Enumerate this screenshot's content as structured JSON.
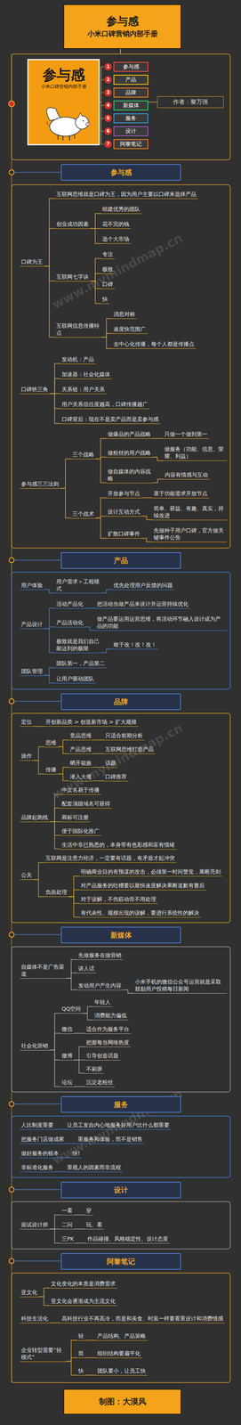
{
  "diagram": {
    "nodes": [
      {
        "text": [
          "参与感",
          "小米口碑营销内部手册"
        ]
      },
      {
        "text": [
          "参与感",
          "小米口碑营销内部手册"
        ]
      },
      {
        "text": [
          "参与感"
        ]
      },
      {
        "text": [
          "产品"
        ]
      },
      {
        "text": [
          "品牌"
        ]
      },
      {
        "text": [
          "新媒体"
        ]
      },
      {
        "text": [
          "服务"
        ]
      },
      {
        "text": [
          "设计"
        ]
      },
      {
        "text": [
          "阿黎笔记"
        ]
      },
      {
        "text": [
          "作者：黎万强"
        ]
      },
      {
        "text": [
          "参与感"
        ]
      },
      {
        "text": [
          "口碑为王"
        ]
      },
      {
        "text": [
          "互联网思维就是口碑为王，因为用户主要以口碑来选择产品"
        ]
      },
      {
        "text": [
          "创业成功因素"
        ]
      },
      {
        "text": [
          "组建优秀的团队"
        ]
      },
      {
        "text": [
          "花不完的钱"
        ]
      },
      {
        "text": [
          "选个大市场"
        ]
      },
      {
        "text": [
          "互联网七字诀"
        ]
      },
      {
        "text": [
          "专注"
        ]
      },
      {
        "text": [
          "极致"
        ]
      },
      {
        "text": [
          "口碑"
        ]
      },
      {
        "text": [
          "快"
        ]
      },
      {
        "text": [
          "互联网信息传播特点"
        ]
      },
      {
        "text": [
          "消息对称"
        ]
      },
      {
        "text": [
          "速度快范围广"
        ]
      },
      {
        "text": [
          "去中心化传播，每个人都是传播点"
        ]
      },
      {
        "text": [
          "口碑铁三角"
        ]
      },
      {
        "text": [
          "发动机：产品"
        ]
      },
      {
        "text": [
          "加速器：社会化媒体"
        ]
      },
      {
        "text": [
          "关系链：用户关系"
        ]
      },
      {
        "text": [
          "用户关系信任度越高，口碑传播越广"
        ]
      },
      {
        "text": [
          "口碑背后：现在不是卖产品而是卖参与感"
        ]
      },
      {
        "text": [
          "参与感三三法则"
        ]
      },
      {
        "text": [
          "三个战略"
        ]
      },
      {
        "text": [
          "做爆品的产品战略"
        ]
      },
      {
        "text": [
          "只做一个做到第一"
        ]
      },
      {
        "text": [
          "做粉丝的用户战略"
        ]
      },
      {
        "text": [
          "做服务（功能、信息、荣耀、利益）"
        ]
      },
      {
        "text": [
          "做自媒体的内容战略"
        ]
      },
      {
        "text": [
          "内容有情感与互动"
        ]
      },
      {
        "text": [
          "三个战术"
        ]
      },
      {
        "text": [
          "开放参与节点"
        ]
      },
      {
        "text": [
          "基于功能需求开放节点"
        ]
      },
      {
        "text": [
          "设计互动方式"
        ]
      },
      {
        "text": [
          "简单、获益、有趣、真实，持续改进"
        ]
      },
      {
        "text": [
          "扩散口碑事件"
        ]
      },
      {
        "text": [
          "先做种子用户口碑，官方做关键事件公告"
        ]
      },
      {
        "text": [
          "产品"
        ]
      },
      {
        "text": [
          "用户体验"
        ]
      },
      {
        "text": [
          "用户需求＞工程模式"
        ]
      },
      {
        "text": [
          "优先处理用户反馈的问题"
        ]
      },
      {
        "text": [
          "产品设计"
        ]
      },
      {
        "text": [
          "活动产品化"
        ]
      },
      {
        "text": [
          "把活动当做产品来设计并运营持续优化"
        ]
      },
      {
        "text": [
          "产品活动化"
        ]
      },
      {
        "text": [
          "做产品要运用运营思维，将活动环节融入设计或为产品的功能"
        ]
      },
      {
        "text": [
          "极致就是我们自己能达到的极限"
        ]
      },
      {
        "text": [
          "敢于改！改！改！"
        ]
      },
      {
        "text": [
          "团队管理"
        ]
      },
      {
        "text": [
          "团队第一，产品第二"
        ]
      },
      {
        "text": [
          "让用户驱动团队"
        ]
      },
      {
        "text": [
          "品牌"
        ]
      },
      {
        "text": [
          "定位"
        ]
      },
      {
        "text": [
          "开创新品类 > 创造新市场 > 扩大规模"
        ]
      },
      {
        "text": [
          "操作"
        ]
      },
      {
        "text": [
          "思维"
        ]
      },
      {
        "text": [
          "竞品思维"
        ]
      },
      {
        "text": [
          "只适合前期分析"
        ]
      },
      {
        "text": [
          "产品思维"
        ]
      },
      {
        "text": [
          "互联网思维打造产品"
        ]
      },
      {
        "text": [
          "传播"
        ]
      },
      {
        "text": [
          "晒开箱族"
        ]
      },
      {
        "text": [
          "话题"
        ]
      },
      {
        "text": [
          "潜入大佬"
        ]
      },
      {
        "text": [
          "口碑推荐"
        ]
      },
      {
        "text": [
          "品牌起跑线"
        ]
      },
      {
        "text": [
          "中文名易于传播"
        ]
      },
      {
        "text": [
          "配套顶级域名可获得"
        ]
      },
      {
        "text": [
          "商标可注册"
        ]
      },
      {
        "text": [
          "便于国际化推广"
        ]
      },
      {
        "text": [
          "生活中非已熟悉的，本身带有色彩感和富有情绪"
        ]
      },
      {
        "text": [
          "公关"
        ]
      },
      {
        "text": [
          "互联网是注意力经济，一定要有话题，有矛盾才起冲突"
        ]
      },
      {
        "text": [
          "负面处理"
        ]
      },
      {
        "text": [
          "明确商业目的有预谋的攻击，必须第一时间警觉，果断亮剑"
        ]
      },
      {
        "text": [
          "对产品服务的吐槽要以最快速度解决果断道歉有善后"
        ]
      },
      {
        "text": [
          "对于误解，不伤筋动骨不用处理"
        ]
      },
      {
        "text": [
          "有代表性、规模出现的误解，要进行系统性的解决"
        ]
      },
      {
        "text": [
          "新媒体"
        ]
      },
      {
        "text": [
          "自媒体不是广告渠道"
        ]
      },
      {
        "text": [
          "先做服务在做营销"
        ]
      },
      {
        "text": [
          "讲人话"
        ]
      },
      {
        "text": [
          "发动用户产生内容"
        ]
      },
      {
        "text": [
          "小米手机的微信公众号运营就是采取鼓励用户投稿每日新闻"
        ]
      },
      {
        "text": [
          "社会化营销"
        ]
      },
      {
        "text": [
          "QQ空间"
        ]
      },
      {
        "text": [
          "年轻人"
        ]
      },
      {
        "text": [
          "消费能力偏低"
        ]
      },
      {
        "text": [
          "微信"
        ]
      },
      {
        "text": [
          "适合作为服务平台"
        ]
      },
      {
        "text": [
          "微博"
        ]
      },
      {
        "text": [
          "把握每当网络热度"
        ]
      },
      {
        "text": [
          "引导创造话题"
        ]
      },
      {
        "text": [
          "不刷屏"
        ]
      },
      {
        "text": [
          "论坛"
        ]
      },
      {
        "text": [
          "沉淀老粉丝"
        ]
      },
      {
        "text": [
          "服务"
        ]
      },
      {
        "text": [
          "人比制度重要"
        ]
      },
      {
        "text": [
          "让员工发自内心地服务好用户比什么都重要"
        ]
      },
      {
        "text": [
          "把服务门店做成家"
        ]
      },
      {
        "text": [
          "重服务和体验，而不是销售"
        ]
      },
      {
        "text": [
          "做好服务的根本"
        ]
      },
      {
        "text": [
          "快!"
        ]
      },
      {
        "text": [
          "非标准化服务"
        ]
      },
      {
        "text": [
          "重视人的因素而非流程"
        ]
      },
      {
        "text": [
          "设计"
        ]
      },
      {
        "text": [
          "面试设计师"
        ]
      },
      {
        "text": [
          "一看"
        ]
      },
      {
        "text": [
          "穿"
        ]
      },
      {
        "text": [
          "二问"
        ]
      },
      {
        "text": [
          "玩、看"
        ]
      },
      {
        "text": [
          "三PK"
        ]
      },
      {
        "text": [
          "作品碰撞、风格稳定性、设计态度"
        ]
      },
      {
        "text": [
          "阿黎笔记"
        ]
      },
      {
        "text": [
          "亚文化"
        ]
      },
      {
        "text": [
          "文化变化的本质是消费需求"
        ]
      },
      {
        "text": [
          "亚文化会逐渐成为主流文化"
        ]
      },
      {
        "text": [
          "科技生活化"
        ]
      },
      {
        "text": [
          "高科技行业不再高冷，而是和美食、时装一样要看重设计和消费情感"
        ]
      },
      {
        "text": [
          "企业转型需要“轻模式”"
        ]
      },
      {
        "text": [
          "轻"
        ]
      },
      {
        "text": [
          "产品结构、产品策略"
        ]
      },
      {
        "text": [
          "简"
        ]
      },
      {
        "text": [
          "组织结构要扁平化"
        ]
      },
      {
        "text": [
          "快"
        ]
      },
      {
        "text": [
          "团队要小，让员工快"
        ]
      },
      {
        "text": [
          "制图：大漠风"
        ]
      }
    ],
    "edges": [
      {
        "from": 11,
        "to": 12,
        "arrow": "none"
      },
      {
        "from": 11,
        "to": 13,
        "arrow": "none"
      },
      {
        "from": 11,
        "to": 17,
        "arrow": "none"
      },
      {
        "from": 11,
        "to": 22,
        "arrow": "none"
      },
      {
        "from": 13,
        "to": 14,
        "arrow": "none"
      },
      {
        "from": 13,
        "to": 15,
        "arrow": "none"
      },
      {
        "from": 13,
        "to": 16,
        "arrow": "none"
      },
      {
        "from": 17,
        "to": 18,
        "arrow": "none"
      },
      {
        "from": 17,
        "to": 19,
        "arrow": "none"
      },
      {
        "from": 17,
        "to": 20,
        "arrow": "none"
      },
      {
        "from": 17,
        "to": 21,
        "arrow": "none"
      },
      {
        "from": 22,
        "to": 23,
        "arrow": "none"
      },
      {
        "from": 22,
        "to": 24,
        "arrow": "none"
      },
      {
        "from": 22,
        "to": 25,
        "arrow": "none"
      },
      {
        "from": 26,
        "to": 27,
        "arrow": "none"
      },
      {
        "from": 26,
        "to": 28,
        "arrow": "none"
      },
      {
        "from": 26,
        "to": 29,
        "arrow": "none"
      },
      {
        "from": 26,
        "to": 30,
        "arrow": "none"
      },
      {
        "from": 26,
        "to": 31,
        "arrow": "none"
      },
      {
        "from": 32,
        "to": 33,
        "arrow": "none"
      },
      {
        "from": 32,
        "to": 40,
        "arrow": "none"
      },
      {
        "from": 33,
        "to": 34,
        "arrow": "none"
      },
      {
        "from": 33,
        "to": 36,
        "arrow": "none"
      },
      {
        "from": 33,
        "to": 38,
        "arrow": "none"
      },
      {
        "from": 34,
        "to": 35,
        "arrow": "none"
      },
      {
        "from": 36,
        "to": 37,
        "arrow": "none"
      },
      {
        "from": 38,
        "to": 39,
        "arrow": "none"
      },
      {
        "from": 40,
        "to": 41,
        "arrow": "none"
      },
      {
        "from": 40,
        "to": 43,
        "arrow": "none"
      },
      {
        "from": 40,
        "to": 45,
        "arrow": "none"
      },
      {
        "from": 41,
        "to": 42,
        "arrow": "none"
      },
      {
        "from": 43,
        "to": 44,
        "arrow": "none"
      },
      {
        "from": 45,
        "to": 46,
        "arrow": "none"
      },
      {
        "from": 48,
        "to": 49,
        "arrow": "none"
      },
      {
        "from": 49,
        "to": 50,
        "arrow": "none"
      },
      {
        "from": 51,
        "to": 52,
        "arrow": "none"
      },
      {
        "from": 51,
        "to": 54,
        "arrow": "none"
      },
      {
        "from": 51,
        "to": 56,
        "arrow": "none"
      },
      {
        "from": 52,
        "to": 53,
        "arrow": "none"
      },
      {
        "from": 54,
        "to": 55,
        "arrow": "none"
      },
      {
        "from": 56,
        "to": 57,
        "arrow": "none"
      },
      {
        "from": 58,
        "to": 59,
        "arrow": "none"
      },
      {
        "from": 58,
        "to": 60,
        "arrow": "none"
      },
      {
        "from": 62,
        "to": 63,
        "arrow": "none"
      },
      {
        "from": 64,
        "to": 65,
        "arrow": "none"
      },
      {
        "from": 64,
        "to": 70,
        "arrow": "none"
      },
      {
        "from": 65,
        "to": 66,
        "arrow": "none"
      },
      {
        "from": 65,
        "to": 68,
        "arrow": "none"
      },
      {
        "from": 66,
        "to": 67,
        "arrow": "none"
      },
      {
        "from": 68,
        "to": 69,
        "arrow": "none"
      },
      {
        "from": 70,
        "to": 71,
        "arrow": "none"
      },
      {
        "from": 70,
        "to": 73,
        "arrow": "none"
      },
      {
        "from": 71,
        "to": 72,
        "arrow": "none"
      },
      {
        "from": 73,
        "to": 74,
        "arrow": "none"
      },
      {
        "from": 75,
        "to": 76,
        "arrow": "none"
      },
      {
        "from": 75,
        "to": 77,
        "arrow": "none"
      },
      {
        "from": 75,
        "to": 78,
        "arrow": "none"
      },
      {
        "from": 75,
        "to": 79,
        "arrow": "none"
      },
      {
        "from": 75,
        "to": 80,
        "arrow": "none"
      },
      {
        "from": 81,
        "to": 82,
        "arrow": "none"
      },
      {
        "from": 81,
        "to": 83,
        "arrow": "none"
      },
      {
        "from": 83,
        "to": 84,
        "arrow": "none"
      },
      {
        "from": 83,
        "to": 85,
        "arrow": "none"
      },
      {
        "from": 83,
        "to": 86,
        "arrow": "none"
      },
      {
        "from": 83,
        "to": 87,
        "arrow": "none"
      },
      {
        "from": 89,
        "to": 90,
        "arrow": "none"
      },
      {
        "from": 89,
        "to": 91,
        "arrow": "none"
      },
      {
        "from": 89,
        "to": 92,
        "arrow": "none"
      },
      {
        "from": 92,
        "to": 93,
        "arrow": "none"
      },
      {
        "from": 94,
        "to": 95,
        "arrow": "none"
      },
      {
        "from": 94,
        "to": 98,
        "arrow": "none"
      },
      {
        "from": 94,
        "to": 100,
        "arrow": "none"
      },
      {
        "from": 94,
        "to": 104,
        "arrow": "none"
      },
      {
        "from": 95,
        "to": 96,
        "arrow": "none"
      },
      {
        "from": 95,
        "to": 97,
        "arrow": "none"
      },
      {
        "from": 98,
        "to": 99,
        "arrow": "none"
      },
      {
        "from": 100,
        "to": 101,
        "arrow": "none"
      },
      {
        "from": 100,
        "to": 102,
        "arrow": "none"
      },
      {
        "from": 100,
        "to": 103,
        "arrow": "none"
      },
      {
        "from": 104,
        "to": 105,
        "arrow": "none"
      },
      {
        "from": 107,
        "to": 108,
        "arrow": "none"
      },
      {
        "from": 109,
        "to": 110,
        "arrow": "none"
      },
      {
        "from": 111,
        "to": 112,
        "arrow": "none"
      },
      {
        "from": 113,
        "to": 114,
        "arrow": "none"
      },
      {
        "from": 116,
        "to": 117,
        "arrow": "none"
      },
      {
        "from": 116,
        "to": 119,
        "arrow": "none"
      },
      {
        "from": 116,
        "to": 121,
        "arrow": "none"
      },
      {
        "from": 117,
        "to": 118,
        "arrow": "none"
      },
      {
        "from": 119,
        "to": 120,
        "arrow": "none"
      },
      {
        "from": 121,
        "to": 122,
        "arrow": "none"
      },
      {
        "from": 124,
        "to": 125,
        "arrow": "none"
      },
      {
        "from": 124,
        "to": 126,
        "arrow": "none"
      },
      {
        "from": 127,
        "to": 128,
        "arrow": "none"
      },
      {
        "from": 129,
        "to": 130,
        "arrow": "none"
      },
      {
        "from": 129,
        "to": 132,
        "arrow": "none"
      },
      {
        "from": 129,
        "to": 134,
        "arrow": "none"
      },
      {
        "from": 130,
        "to": 131,
        "arrow": "none"
      },
      {
        "from": 132,
        "to": 133,
        "arrow": "none"
      },
      {
        "from": 134,
        "to": 135,
        "arrow": "none"
      }
    ],
    "labels": [
      "1",
      "2",
      "3",
      "4",
      "5",
      "6",
      "7",
      "www.mymindmap.cn",
      "www.mymindmap.cn",
      "www.mymindmap.cn"
    ]
  }
}
